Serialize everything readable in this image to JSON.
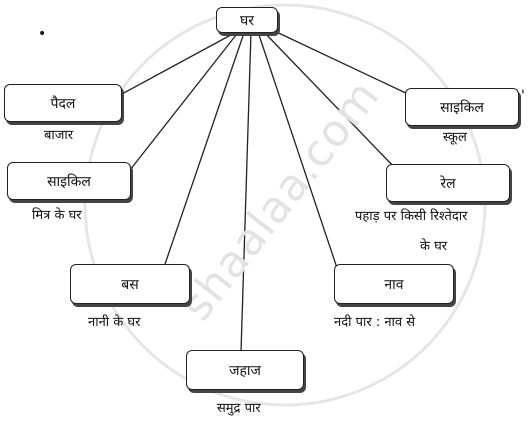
{
  "root": {
    "label": "घर"
  },
  "nodes": [
    {
      "id": "paidal",
      "label": "पैदल",
      "caption": "बाजार"
    },
    {
      "id": "cycle-left",
      "label": "साइकिल",
      "caption": "मित्र के घर"
    },
    {
      "id": "bus",
      "label": "बस",
      "caption": "नानी के घर"
    },
    {
      "id": "jahaj",
      "label": "जहाज",
      "caption": "समुद्र पार"
    },
    {
      "id": "naav",
      "label": "नाव",
      "caption": "नदी पार : नाव से"
    },
    {
      "id": "rail",
      "label": "रेल",
      "caption_line1": "पहाड़ पर किसी रिश्तेदार",
      "caption_line2": "के घर"
    },
    {
      "id": "cycle-right",
      "label": "साइकिल",
      "caption": "स्कूल"
    }
  ],
  "watermark": "shaalaa.com",
  "marks": {
    "top_left_dot": "•",
    "top_right_tick": "'"
  },
  "colors": {
    "line": "#222222",
    "box_border": "#222222",
    "watermark": "#e3e3e3"
  }
}
